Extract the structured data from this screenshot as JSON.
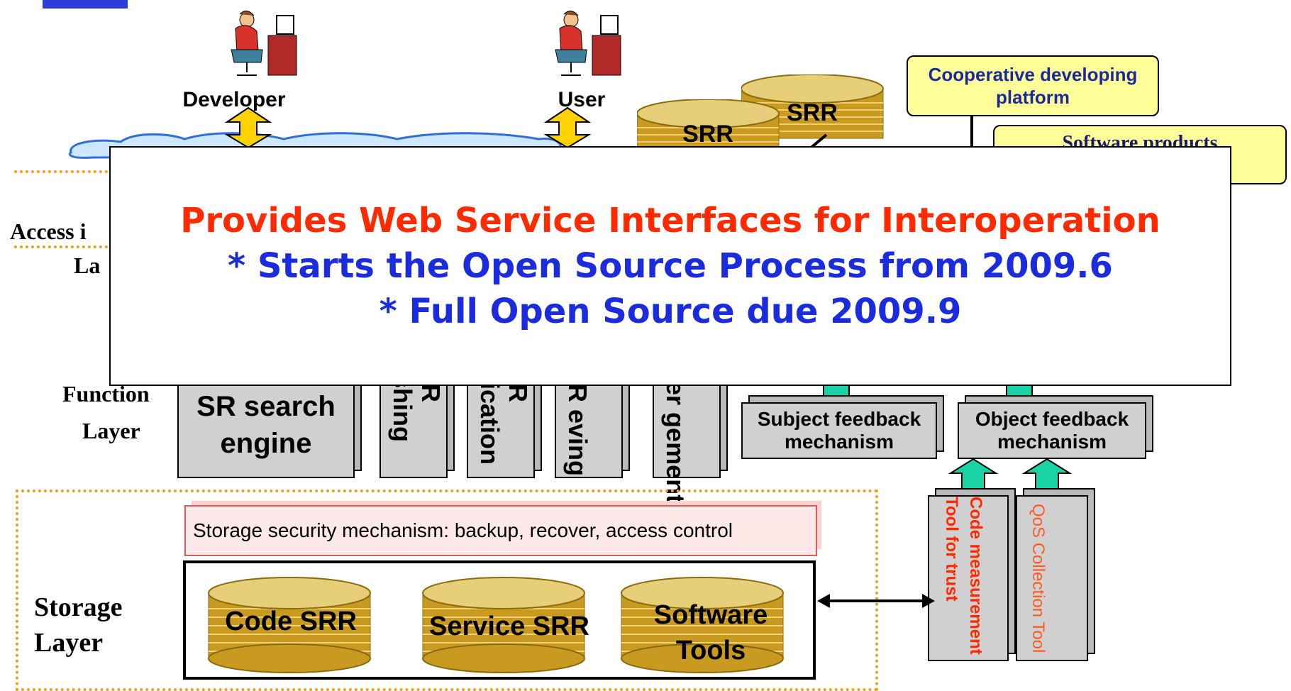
{
  "people": {
    "developer_label": "Developer",
    "user_label": "User"
  },
  "repositories": {
    "srr_front": "SRR",
    "srr_back": "SRR"
  },
  "platforms": {
    "cooperative": "Cooperative developing platform",
    "software_products": "Software products"
  },
  "layers": {
    "access": "Access i",
    "access_second": "La",
    "function": "Function",
    "function_second": "Layer",
    "storage": "Storage",
    "storage_second": "Layer"
  },
  "function_modules": {
    "search_engine": "SR search engine",
    "publishing": "SR ishing",
    "certification": "SR ification",
    "retrieving": "SR eving",
    "user_management": "ser gement"
  },
  "feedback": {
    "subject": "Subject feedback mechanism",
    "object": "Object feedback mechanism"
  },
  "tools": {
    "code_measurement": "Code measurement Tool for trust",
    "qos": "QoS Collection Tool"
  },
  "storage": {
    "security": "Storage security mechanism: backup, recover, access control",
    "code_srr": "Code SRR",
    "service_srr": "Service SRR",
    "software_tools": "Software Tools"
  },
  "overlay": {
    "line1": "Provides Web Service Interfaces for Interoperation",
    "line2": "* Starts the Open Source Process from 2009.6",
    "line3": "* Full Open Source due 2009.9"
  },
  "colors": {
    "overlay_red": "#ff2a00",
    "overlay_blue": "#1b2cdf",
    "tool_red": "#ff2a00",
    "tool_orange": "#ff5a1f",
    "disk_gold": "#d8b23a",
    "layer_dots": "#f0a020",
    "yellow_box": "#ffff99",
    "feedback_arrow": "#19d3a6",
    "bidir_arrow": "#ffd200"
  }
}
